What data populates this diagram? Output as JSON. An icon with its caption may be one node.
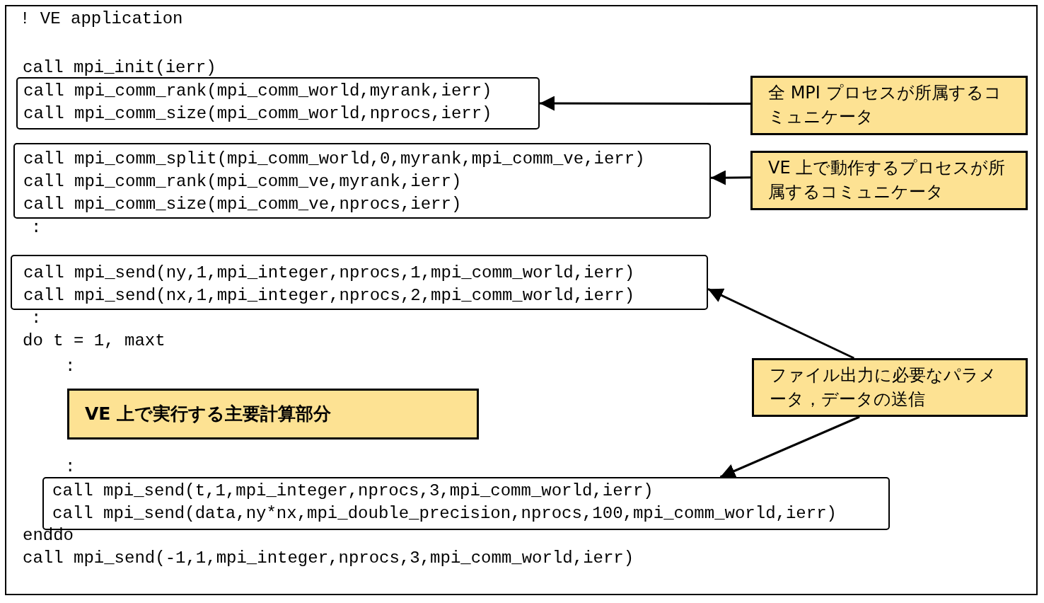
{
  "diagram": {
    "nodes": [
      {
        "text": [
          "call mpi_comm_rank(mpi_comm_world,myrank,ierr)",
          "call mpi_comm_size(mpi_comm_world,nprocs,ierr)"
        ]
      },
      {
        "text": [
          "全 MPI プロセスが所属するコミュニケータ"
        ]
      },
      {
        "text": [
          "call mpi_comm_split(mpi_comm_world,0,myrank,mpi_comm_ve,ierr)",
          "call mpi_comm_rank(mpi_comm_ve,myrank,ierr)",
          "call mpi_comm_size(mpi_comm_ve,nprocs,ierr)"
        ]
      },
      {
        "text": [
          "VE 上で動作するプロセスが所属するコミュニケータ"
        ]
      },
      {
        "text": [
          "call mpi_send(ny,1,mpi_integer,nprocs,1,mpi_comm_world,ierr)",
          "call mpi_send(nx,1,mpi_integer,nprocs,2,mpi_comm_world,ierr)"
        ]
      },
      {
        "text": [
          "VE 上で実行する主要計算部分"
        ]
      },
      {
        "text": [
          "ファイル出力に必要なパラメータ，データの送信"
        ]
      },
      {
        "text": [
          "call mpi_send(t,1,mpi_integer,nprocs,3,mpi_comm_world,ierr)",
          "call mpi_send(data,ny*nx,mpi_double_precision,nprocs,100,mpi_comm_world,ierr)"
        ]
      }
    ],
    "edges": [
      {
        "from": 1,
        "to": 0,
        "arrow": "to"
      },
      {
        "from": 3,
        "to": 2,
        "arrow": "to"
      },
      {
        "from": 6,
        "to": 4,
        "arrow": "to"
      },
      {
        "from": 6,
        "to": 7,
        "arrow": "to"
      }
    ],
    "labels": [
      "! VE application",
      "call mpi_init(ierr)",
      ":",
      ":",
      "do t = 1, maxt",
      ":",
      ":",
      "enddo",
      "call mpi_send(-1,1,mpi_integer,nprocs,3,mpi_comm_world,ierr)"
    ]
  }
}
